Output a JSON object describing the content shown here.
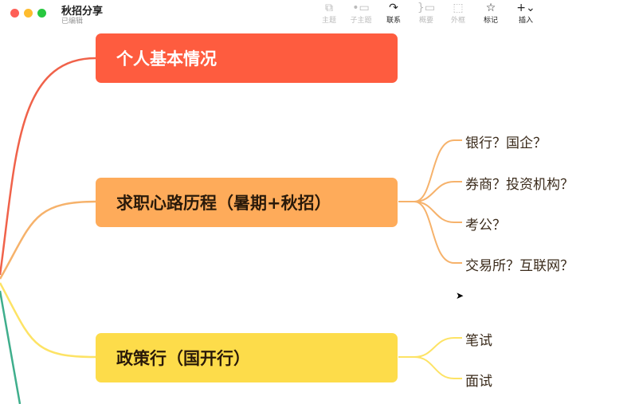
{
  "window": {
    "title": "秋招分享",
    "subtitle": "已编辑"
  },
  "toolbar": [
    {
      "label": "主题",
      "icon": "topic-icon",
      "enabled": false
    },
    {
      "label": "子主题",
      "icon": "subtopic-icon",
      "enabled": false
    },
    {
      "label": "联系",
      "icon": "relationship-icon",
      "enabled": true
    },
    {
      "label": "概要",
      "icon": "summary-icon",
      "enabled": false
    },
    {
      "label": "外框",
      "icon": "boundary-icon",
      "enabled": false
    },
    {
      "label": "标记",
      "icon": "star-icon",
      "enabled": true
    },
    {
      "label": "插入",
      "icon": "plus-icon",
      "enabled": true
    }
  ],
  "nodes": [
    {
      "label": "个人基本情况",
      "color": "#fe5c3f"
    },
    {
      "label": "求职心路历程（暑期+秋招）",
      "color": "#feab5a",
      "children": [
        "银行？国企？",
        "券商？投资机构？",
        "考公？",
        "交易所？互联网？"
      ]
    },
    {
      "label": "政策行（国开行）",
      "color": "#fddc4a",
      "children": [
        "笔试",
        "面试"
      ]
    }
  ]
}
